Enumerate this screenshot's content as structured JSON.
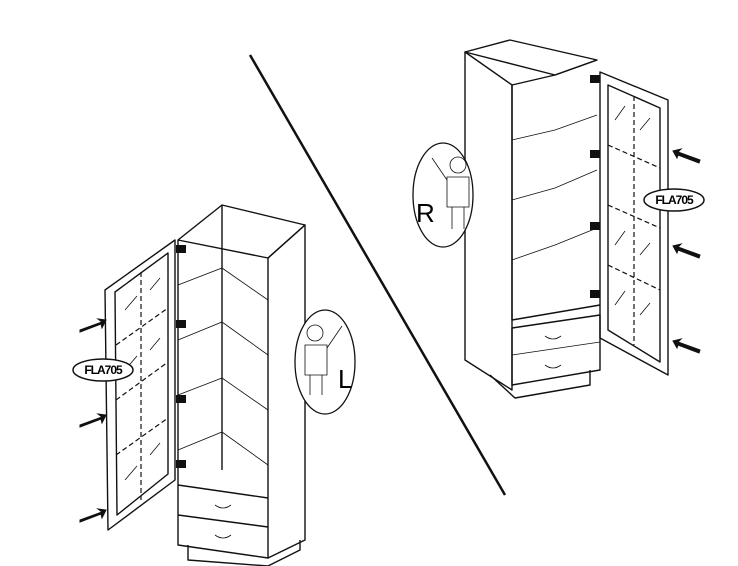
{
  "labels": {
    "part_left": "FLA705",
    "part_right": "FLA705",
    "hand_left": "L",
    "hand_right": "R"
  },
  "colors": {
    "ink": "#111111",
    "background": "#ffffff"
  }
}
